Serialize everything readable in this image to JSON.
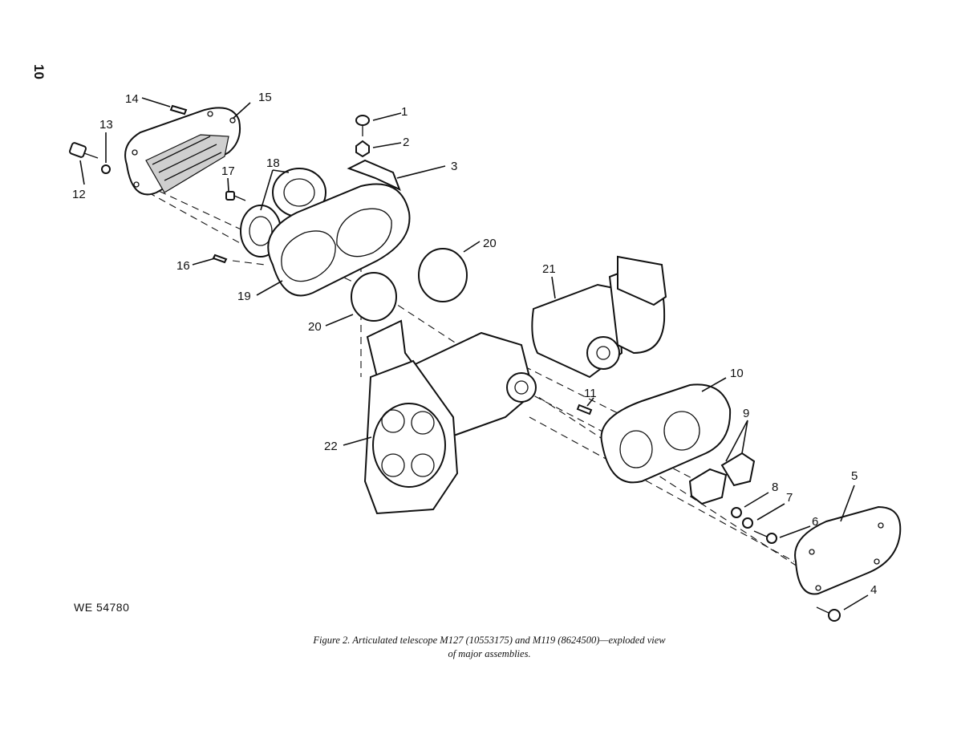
{
  "page_number": "10",
  "figure_id": "WE 54780",
  "caption": {
    "line1": "Figure 2. Articulated telescope M127 (10553175) and M119 (8624500)—exploded view",
    "line2": "of major assemblies."
  },
  "callouts": {
    "c1": "1",
    "c2": "2",
    "c3": "3",
    "c4": "4",
    "c5": "5",
    "c6": "6",
    "c7": "7",
    "c8": "8",
    "c9": "9",
    "c10": "10",
    "c11": "11",
    "c12": "12",
    "c13": "13",
    "c14": "14",
    "c15": "15",
    "c16": "16",
    "c17": "17",
    "c18": "18",
    "c19": "19",
    "c20a": "20",
    "c20b": "20",
    "c21": "21",
    "c22": "22"
  }
}
